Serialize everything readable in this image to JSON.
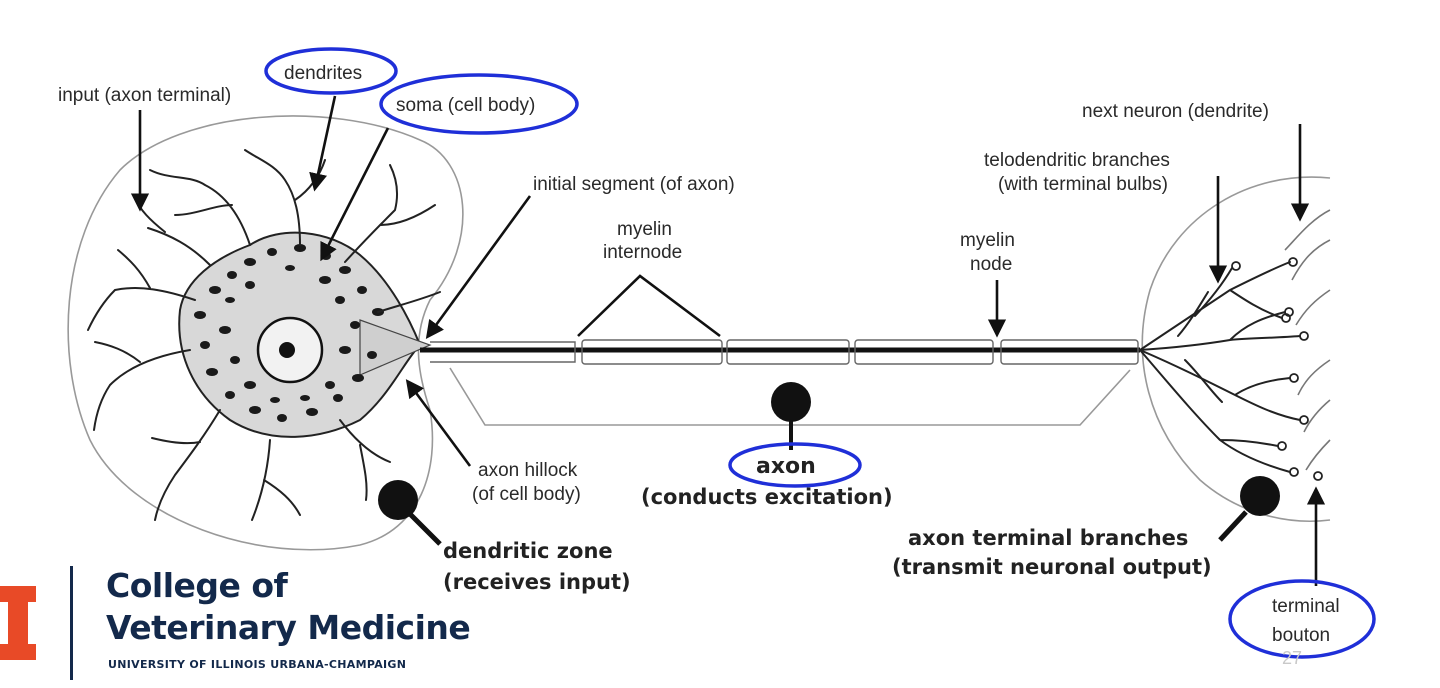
{
  "labels": {
    "input": "input (axon terminal)",
    "dendrites": "dendrites",
    "soma": "soma (cell body)",
    "initial_segment": "initial segment (of axon)",
    "myelin_internode_1": "myelin",
    "myelin_internode_2": "internode",
    "myelin_node_1": "myelin",
    "myelin_node_2": "node",
    "next_neuron": "next neuron (dendrite)",
    "telodendritic_1": "telodendritic branches",
    "telodendritic_2": "(with terminal bulbs)",
    "axon_hillock_1": "axon hillock",
    "axon_hillock_2": "(of cell body)",
    "axon": "axon",
    "axon_sub": "(conducts  excitation)",
    "dendritic_zone_1": "dendritic  zone",
    "dendritic_zone_2": "(receives  input)",
    "terminal_branches_1": "axon terminal branches",
    "terminal_branches_2": "(transmit neuronal output)",
    "terminal_bouton_1": "terminal",
    "terminal_bouton_2": "bouton"
  },
  "logo": {
    "line1": "College of",
    "line2": "Veterinary Medicine",
    "subtitle": "UNIVERSITY OF ILLINOIS URBANA-CHAMPAIGN"
  },
  "page_number": "27",
  "colors": {
    "highlight_ring": "#1f2fd8",
    "logo_navy": "#13294b",
    "logo_orange": "#e84a27"
  }
}
